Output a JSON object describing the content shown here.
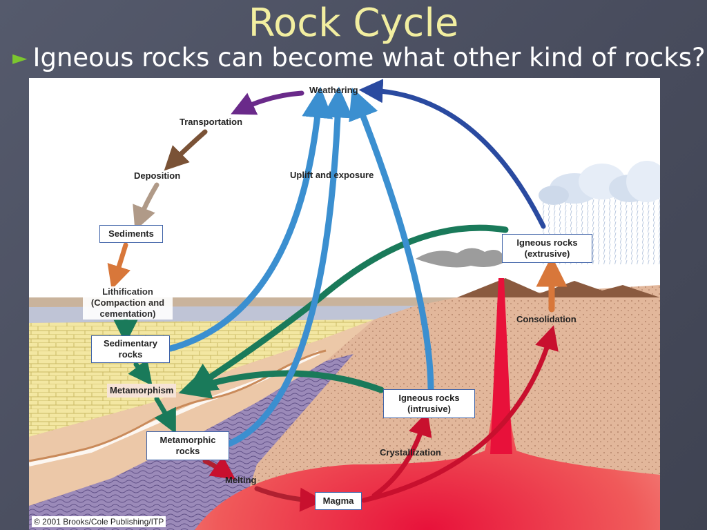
{
  "slide": {
    "title": "Rock Cycle",
    "bullet": "Igneous rocks can become what other kind of rocks?",
    "bullet_symbol": "►",
    "colors": {
      "background": "#4a4e60",
      "title": "#f2eea0",
      "bullet": "#7cc72f",
      "text": "#ffffff"
    }
  },
  "diagram": {
    "labels": {
      "weathering": "Weathering",
      "transportation": "Transportation",
      "deposition": "Deposition",
      "uplift": "Uplift and exposure",
      "lithification_1": "Lithification",
      "lithification_2": "(Compaction and",
      "lithification_3": "cementation)",
      "consolidation": "Consolidation",
      "crystallization": "Crystallization",
      "melting": "Melting"
    },
    "boxes": {
      "sediments": "Sediments",
      "sedimentary_1": "Sedimentary",
      "sedimentary_2": "rocks",
      "metamorphism": "Metamorphism",
      "metamorphic_1": "Metamorphic",
      "metamorphic_2": "rocks",
      "igneous_intrusive_1": "Igneous rocks",
      "igneous_intrusive_2": "(intrusive)",
      "igneous_extrusive_1": "Igneous rocks",
      "igneous_extrusive_2": "(extrusive)",
      "magma": "Magma"
    },
    "copyright": "© 2001 Brooks/Cole Publishing/ITP",
    "arrow_colors": {
      "weathering_purple": "#6a2a8a",
      "transport_brown": "#7a5236",
      "deposition_tan": "#b09a88",
      "lithification_orange": "#d8773a",
      "uplift_blue": "#3b8fd0",
      "extrusive_blue": "#2a4aa0",
      "metamorphism_green": "#1a7a5a",
      "magma_red": "#c8102e"
    }
  }
}
